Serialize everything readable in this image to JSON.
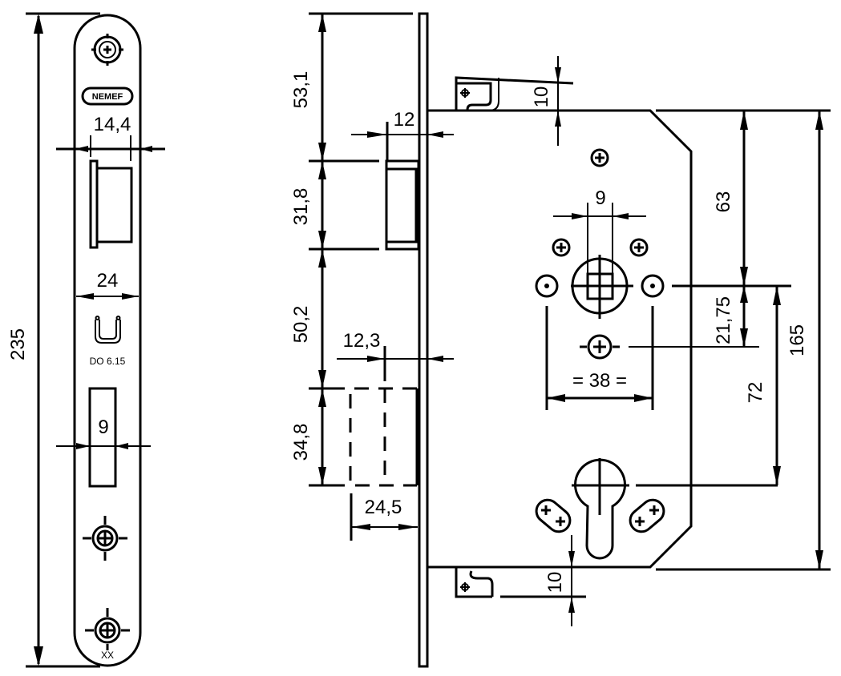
{
  "drawing": {
    "brand_logo": "NEMEF",
    "model_code": "DO 6.15",
    "marking": "XX",
    "colors": {
      "line": "#000000",
      "background": "#ffffff"
    }
  },
  "front_view": {
    "dimensions": {
      "overall_height": "235",
      "latch_width": "14,4",
      "faceplate_width": "24",
      "bolt_width": "9"
    }
  },
  "side_view": {
    "dimensions": {
      "top_to_latch": "53,1",
      "latch_height": "31,8",
      "latch_to_bolt": "50,2",
      "bolt_height": "34,8",
      "latch_projection": "12",
      "bolt_projection": "12,3",
      "bolt_throw": "24,5",
      "top_tab": "10",
      "bottom_tab": "10",
      "spindle": "9",
      "hole_spacing": "= 38 =",
      "top_to_spindle": "63",
      "spindle_to_hole": "21,75",
      "spindle_to_cylinder": "72",
      "case_height": "165"
    }
  }
}
